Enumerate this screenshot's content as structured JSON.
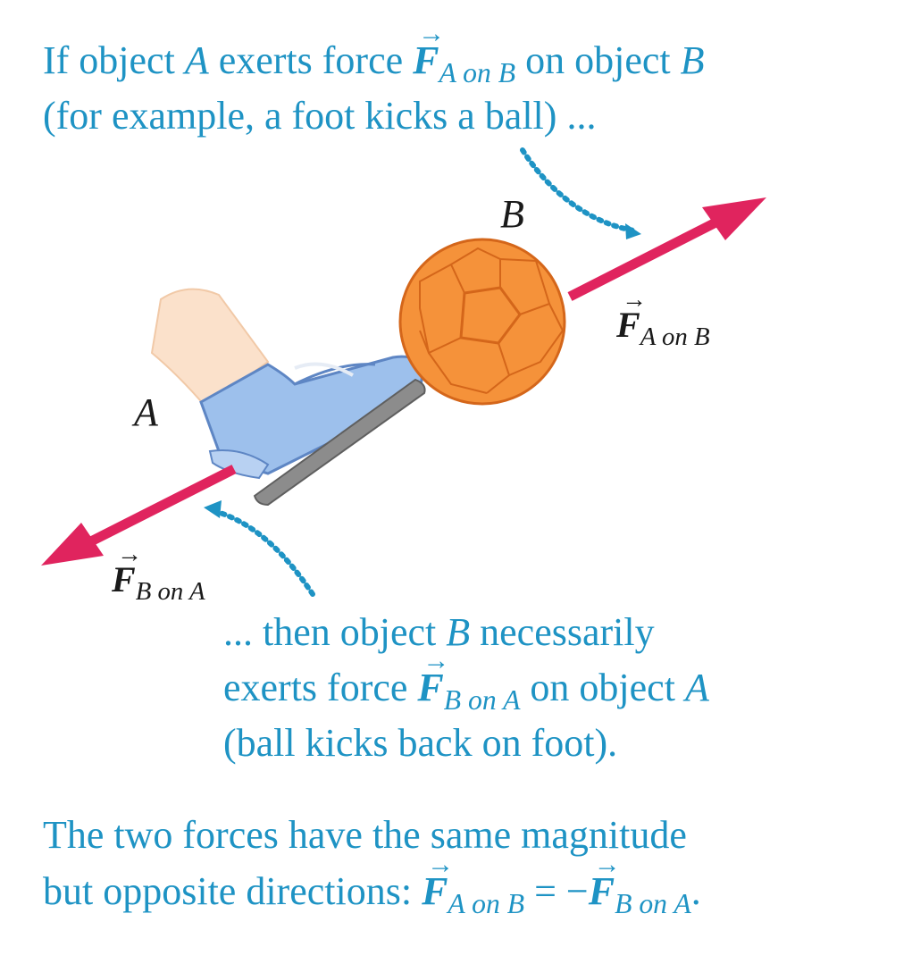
{
  "caption_top": {
    "line1_pre": "If object",
    "obj_a": "A",
    "line1_mid": "exerts force",
    "force_symbol": "F",
    "force_sub": "A on B",
    "line1_post": "on object",
    "obj_b": "B",
    "line2": "(for example, a foot kicks a ball) ..."
  },
  "caption_middle": {
    "line1_pre": "... then object",
    "obj_b": "B",
    "line1_post": "necessarily",
    "line2_pre": "exerts force",
    "force_symbol": "F",
    "force_sub": "B on A",
    "line2_post": "on object",
    "obj_a": "A",
    "line3": "(ball kicks back on foot)."
  },
  "caption_bottom": {
    "line1": "The two forces have the same magnitude",
    "line2_pre": "but opposite directions:",
    "force_symbol": "F",
    "sub1": "A on B",
    "equals": "=",
    "minus": "−",
    "sub2": "B on A",
    "end": "."
  },
  "diagram": {
    "label_ball": "B",
    "label_foot": "A",
    "force_ab_symbol": "F",
    "force_ab_sub": "A on B",
    "force_ba_symbol": "F",
    "force_ba_sub": "B on A",
    "colors": {
      "caption": "#1e93c4",
      "arrow": "#e0245e",
      "ball": "#f5923a",
      "ball_seams": "#d4661a",
      "shoe": "#8fb4e6",
      "sole": "#8c8c8c",
      "dotted_pointer": "#1e93c4"
    }
  }
}
